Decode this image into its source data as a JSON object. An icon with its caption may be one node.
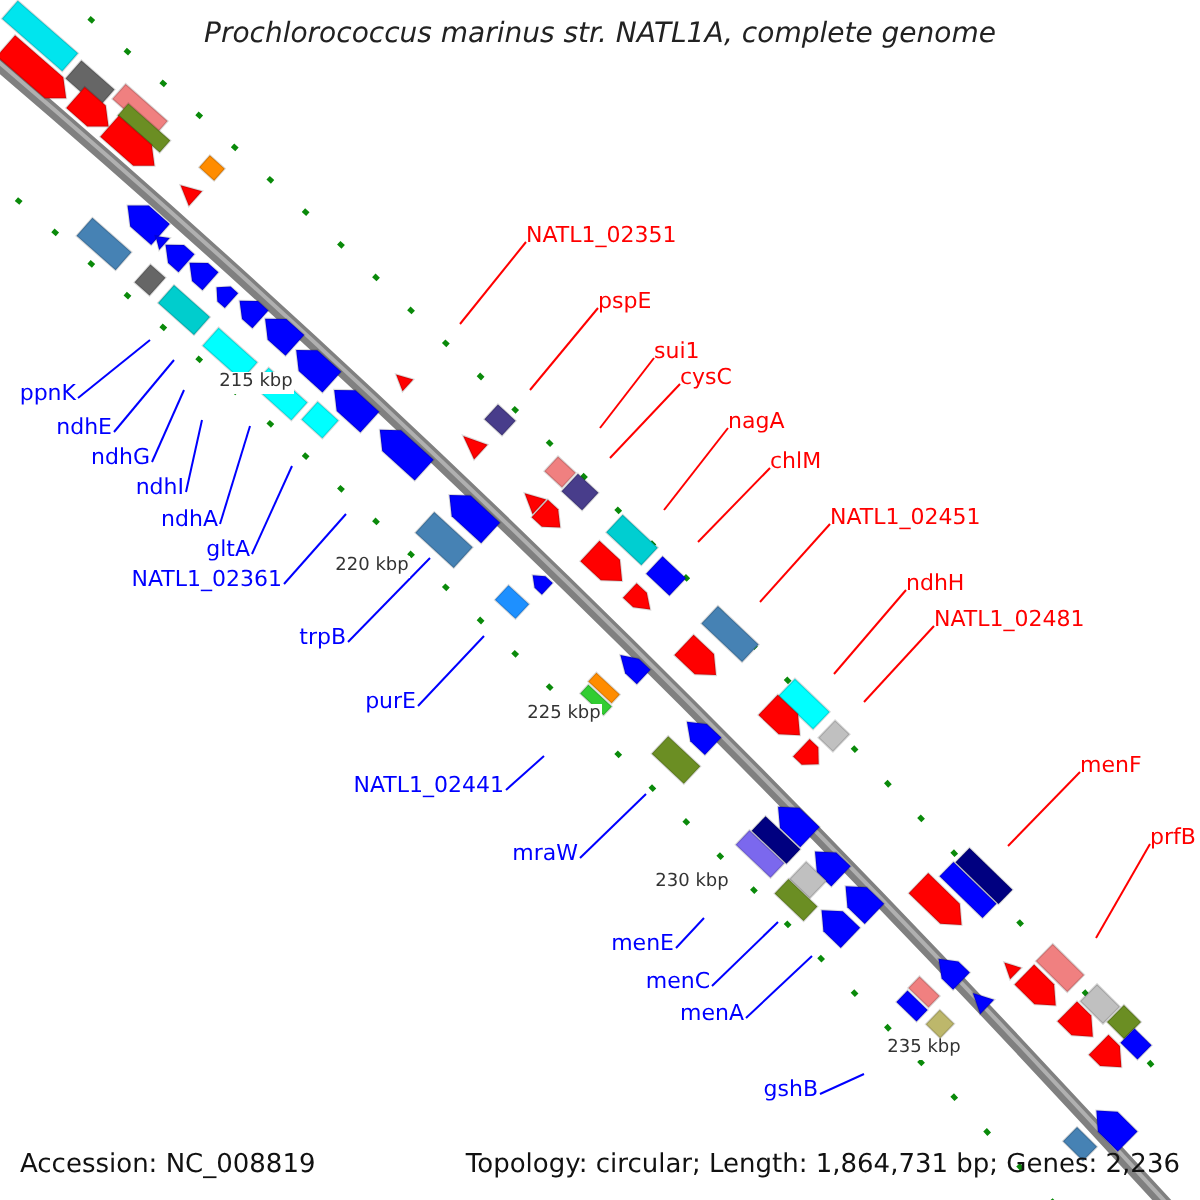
{
  "diagram": {
    "title": "Prochlorococcus marinus str. NATL1A, complete genome",
    "nodes": [
      {
        "text": [
          "NATL1_02351"
        ]
      },
      {
        "text": [
          "pspE"
        ]
      },
      {
        "text": [
          "sui1"
        ]
      },
      {
        "text": [
          "cysC"
        ]
      },
      {
        "text": [
          "ppnK"
        ]
      },
      {
        "text": [
          "nagA"
        ]
      },
      {
        "text": [
          "ndhE"
        ]
      },
      {
        "text": [
          "ndhG"
        ]
      },
      {
        "text": [
          "chlM"
        ]
      },
      {
        "text": [
          "ndhI"
        ]
      },
      {
        "text": [
          "NATL1_02451"
        ]
      },
      {
        "text": [
          "ndhA"
        ]
      },
      {
        "text": [
          "gltA"
        ]
      },
      {
        "text": [
          "NATL1_02361"
        ]
      },
      {
        "text": [
          "ndhH"
        ]
      },
      {
        "text": [
          "NATL1_02481"
        ]
      },
      {
        "text": [
          "trpB"
        ]
      },
      {
        "text": [
          "purE"
        ]
      },
      {
        "text": [
          "menF"
        ]
      },
      {
        "text": [
          "NATL1_02441"
        ]
      },
      {
        "text": [
          "prfB"
        ]
      },
      {
        "text": [
          "mraW"
        ]
      },
      {
        "text": [
          "menE"
        ]
      },
      {
        "text": [
          "menC"
        ]
      },
      {
        "text": [
          "menA"
        ]
      },
      {
        "text": [
          "gshB"
        ]
      }
    ],
    "edges": [
      {
        "from": 0,
        "to": null,
        "arrow": "none",
        "color": "#ff0000"
      },
      {
        "from": 1,
        "to": null,
        "arrow": "none",
        "color": "#ff0000"
      },
      {
        "from": 2,
        "to": null,
        "arrow": "none",
        "color": "#ff0000"
      },
      {
        "from": 3,
        "to": null,
        "arrow": "none",
        "color": "#ff0000"
      },
      {
        "from": 4,
        "to": null,
        "arrow": "none"
      },
      {
        "from": 5,
        "to": null,
        "arrow": "none",
        "color": "#ff0000"
      },
      {
        "from": 6,
        "to": null,
        "arrow": "none"
      },
      {
        "from": 7,
        "to": null,
        "arrow": "none"
      },
      {
        "from": 8,
        "to": null,
        "arrow": "none",
        "color": "#ff0000"
      },
      {
        "from": 9,
        "to": null,
        "arrow": "none"
      },
      {
        "from": 10,
        "to": null,
        "arrow": "none",
        "color": "#ff0000"
      },
      {
        "from": 11,
        "to": null,
        "arrow": "none"
      },
      {
        "from": 12,
        "to": null,
        "arrow": "none"
      },
      {
        "from": 13,
        "to": null,
        "arrow": "none"
      },
      {
        "from": 14,
        "to": null,
        "arrow": "none",
        "color": "#ff0000"
      },
      {
        "from": 15,
        "to": null,
        "arrow": "none",
        "color": "#ff0000"
      },
      {
        "from": 16,
        "to": null,
        "arrow": "none"
      },
      {
        "from": 17,
        "to": null,
        "arrow": "none"
      },
      {
        "from": 18,
        "to": null,
        "arrow": "none",
        "color": "#ff0000"
      },
      {
        "from": 19,
        "to": null,
        "arrow": "none"
      },
      {
        "from": 20,
        "to": null,
        "arrow": "none",
        "color": "#ff0000"
      },
      {
        "from": 21,
        "to": null,
        "arrow": "none"
      },
      {
        "from": 22,
        "to": null,
        "arrow": "none"
      },
      {
        "from": 23,
        "to": null,
        "arrow": "none"
      },
      {
        "from": 24,
        "to": null,
        "arrow": "none"
      },
      {
        "from": 25,
        "to": null,
        "arrow": "none"
      }
    ],
    "labels": [
      "215 kbp",
      "220 kbp",
      "225 kbp",
      "230 kbp",
      "235 kbp",
      "Accession: NC_008819",
      "Topology: circular; Length: 1,864,731 bp; Genes: 2,236"
    ]
  }
}
